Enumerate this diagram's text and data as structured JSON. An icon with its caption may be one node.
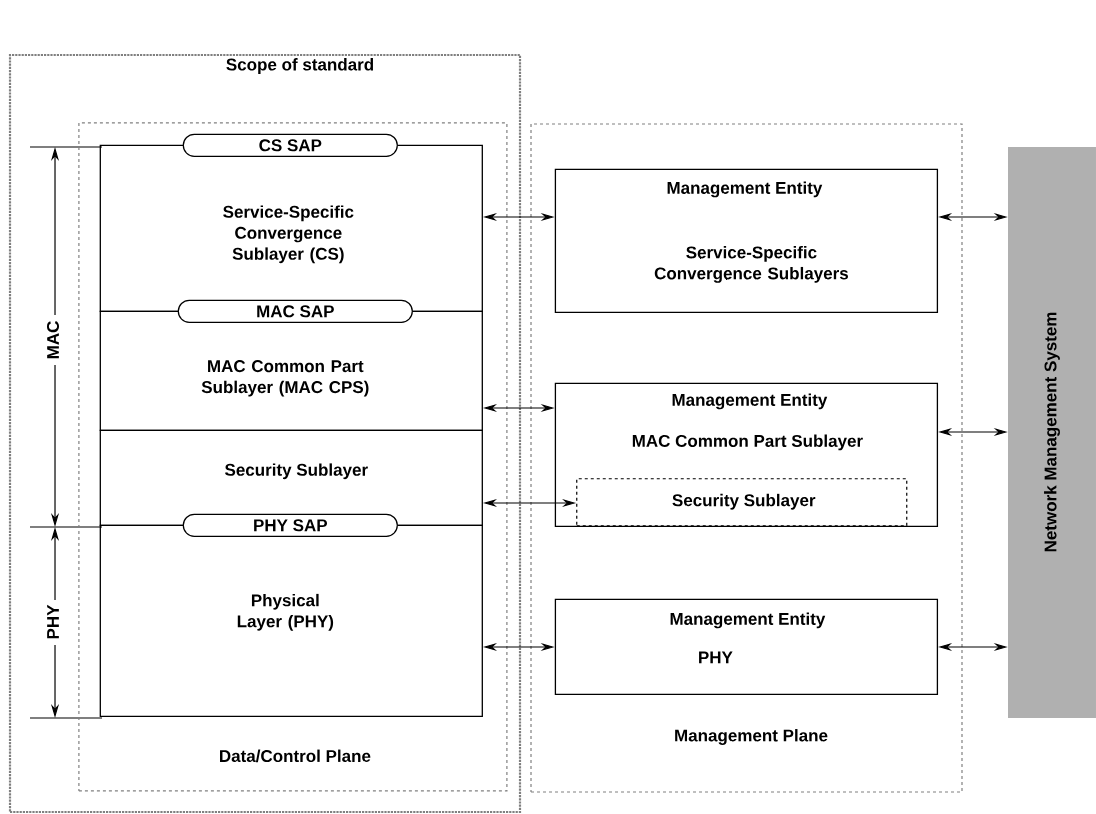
{
  "diagram": {
    "nodes": [
      {
        "text": [
          "Scope of standard"
        ]
      },
      {
        "text": [
          "Data/Control Plane"
        ],
        "in": 0
      },
      {
        "text": [
          "Service-Specific Convergence Sublayer (CS)"
        ],
        "in": 1
      },
      {
        "text": [
          "CS SAP"
        ],
        "in": 1
      },
      {
        "text": [
          "MAC Common Part Sublayer (MAC CPS)"
        ],
        "in": 1
      },
      {
        "text": [
          "MAC SAP"
        ],
        "in": 1
      },
      {
        "text": [
          "Security Sublayer"
        ],
        "in": 1
      },
      {
        "text": [
          "Physical Layer (PHY)"
        ],
        "in": 1
      },
      {
        "text": [
          "PHY SAP"
        ],
        "in": 1
      },
      {
        "text": [
          "Management Plane"
        ]
      },
      {
        "text": [
          "Management Entity",
          "Service-Specific Convergence Sublayers"
        ],
        "in": 9
      },
      {
        "text": [
          "Management Entity",
          "MAC Common Part Sublayer"
        ],
        "in": 9
      },
      {
        "text": [
          "Security Sublayer"
        ],
        "in": 11
      },
      {
        "text": [
          "Management Entity",
          "PHY"
        ],
        "in": 9
      },
      {
        "text": [
          "Network Management System"
        ]
      }
    ],
    "edges": [
      {
        "from": 2,
        "to": 10,
        "arrow": "both"
      },
      {
        "from": 4,
        "to": 11,
        "arrow": "both"
      },
      {
        "from": 6,
        "to": 12,
        "arrow": "both"
      },
      {
        "from": 7,
        "to": 13,
        "arrow": "both"
      },
      {
        "from": 10,
        "to": 14,
        "arrow": "both"
      },
      {
        "from": 11,
        "to": 14,
        "arrow": "both"
      },
      {
        "from": 13,
        "to": 14,
        "arrow": "both"
      }
    ],
    "labels": [
      "MAC",
      "PHY"
    ]
  }
}
